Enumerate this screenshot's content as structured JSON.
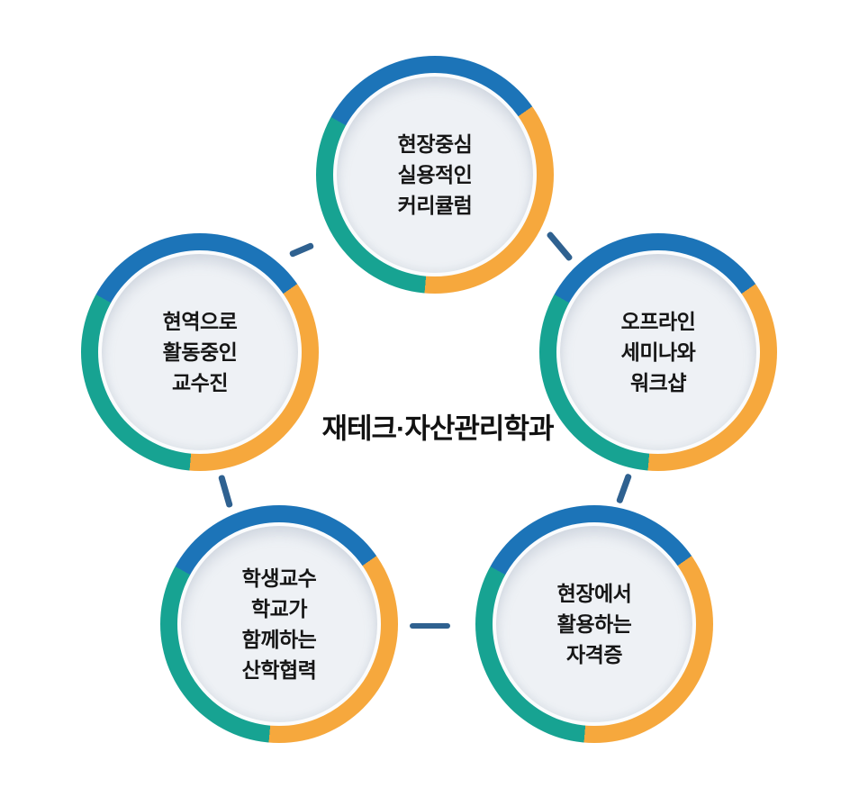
{
  "title": "재테크·자산관리학과",
  "colors": {
    "ring_blue": "#1c74b8",
    "ring_teal": "#17a392",
    "ring_orange": "#f6a83d",
    "connector_blue": "#2f6190",
    "inner_disc": "#eef1f5",
    "text": "#161616",
    "background": "#ffffff"
  },
  "circles": [
    {
      "id": "curriculum",
      "position": "top",
      "lines": [
        "현장중심",
        "실용적인",
        "커리큘럼"
      ]
    },
    {
      "id": "faculty",
      "position": "left",
      "lines": [
        "현역으로",
        "활동중인",
        "교수진"
      ]
    },
    {
      "id": "seminar",
      "position": "right",
      "lines": [
        "오프라인",
        "세미나와",
        "워크샵"
      ]
    },
    {
      "id": "cooperation",
      "position": "bottom-left",
      "lines": [
        "학생교수",
        "학교가",
        "함께하는",
        "산학협력"
      ]
    },
    {
      "id": "certificate",
      "position": "bottom-right",
      "lines": [
        "현장에서",
        "활용하는",
        "자격증"
      ]
    }
  ]
}
